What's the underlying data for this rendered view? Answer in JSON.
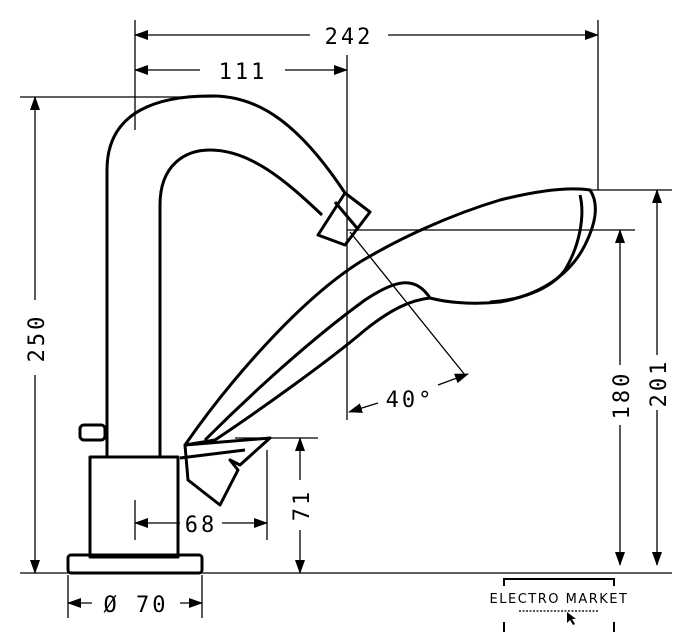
{
  "drawing": {
    "dimensions": {
      "total_width": "242",
      "spout_reach": "111",
      "total_height": "250",
      "shower_height_outer": "201",
      "shower_height_inner": "180",
      "body_height": "71",
      "shower_holder": "68",
      "base_diameter": "Ø 70",
      "angle": "40°"
    }
  },
  "logo": {
    "text": "ELECTRO MARKET"
  }
}
